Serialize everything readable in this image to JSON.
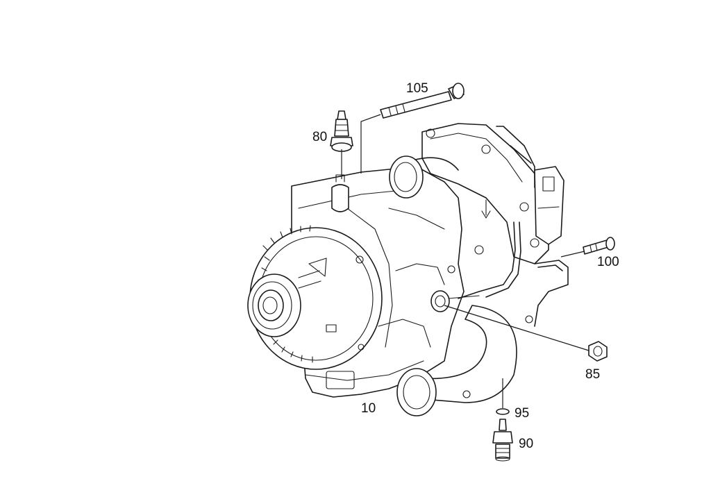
{
  "callouts": {
    "c10": "10",
    "c80": "80",
    "c85": "85",
    "c90": "90",
    "c95": "95",
    "c100": "100",
    "c105": "105"
  }
}
